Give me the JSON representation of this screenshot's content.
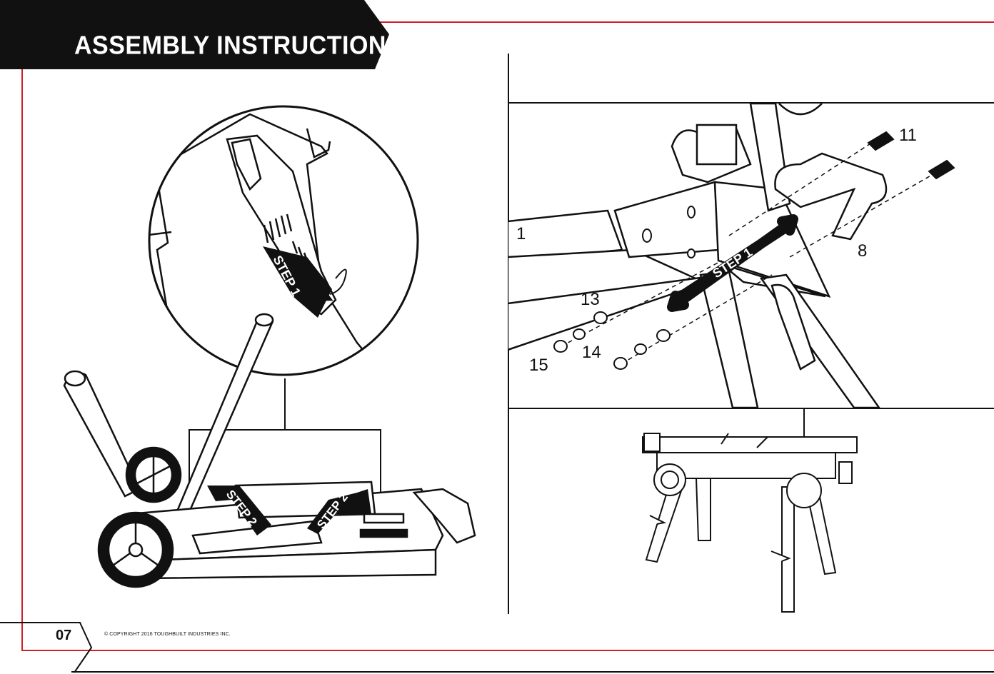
{
  "header": {
    "title": "ASSEMBLY INSTRUCTIONS"
  },
  "footer": {
    "page_number": "07",
    "copyright": "© COPYRIGHT 2016 TOUGHBUILT INDUSTRIES INC."
  },
  "steps": {
    "step1": "STEP 1",
    "step2": "STEP 2"
  },
  "callouts": {
    "part_1": "1",
    "part_8": "8",
    "part_11": "11",
    "part_13": "13",
    "part_14": "14",
    "part_15": "15"
  },
  "colors": {
    "accent_red": "#d0202a",
    "ink": "#111111"
  }
}
